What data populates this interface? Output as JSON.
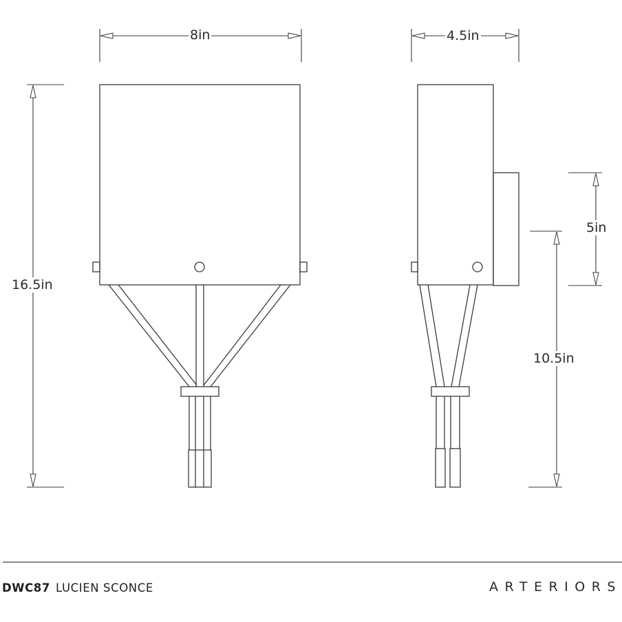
{
  "drawing": {
    "type": "dimension drawing",
    "views": {
      "front": {
        "width_label": "8in",
        "height_label": "16.5in"
      },
      "side": {
        "depth_label": "4.5in",
        "backplate_label": "5in",
        "mount_height_label": "10.5in"
      }
    },
    "line_color": "#3a3a3a"
  },
  "footer": {
    "product_code": "DWC87",
    "product_name": "LUCIEN SCONCE",
    "brand": "ARTERIORS"
  }
}
